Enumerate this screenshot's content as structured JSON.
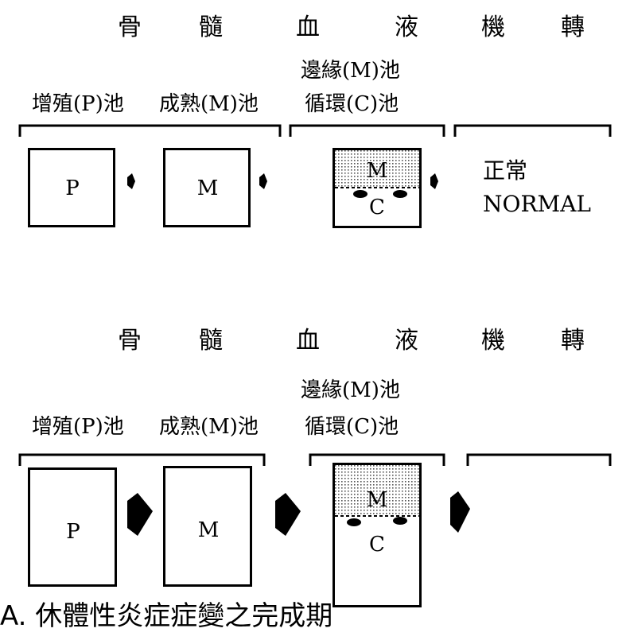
{
  "normal": {
    "headers": [
      "骨",
      "髓",
      "血",
      "液",
      "機",
      "轉"
    ],
    "pools": {
      "marginal": "邊緣(M)池",
      "proliferation": "增殖(P)池",
      "maturation": "成熟(M)池",
      "circulating": "循環(C)池"
    },
    "boxes": {
      "p": "P",
      "m": "M",
      "blood_m": "M",
      "blood_c": "C"
    },
    "status_zh": "正常",
    "status_en": "NORMAL"
  },
  "disease": {
    "headers": [
      "骨",
      "髓",
      "血",
      "液",
      "機",
      "轉"
    ],
    "pools": {
      "marginal": "邊緣(M)池",
      "proliferation": "增殖(P)池",
      "maturation": "成熟(M)池",
      "circulating": "循環(C)池"
    },
    "boxes": {
      "p": "P",
      "m": "M",
      "blood_m": "M",
      "blood_c": "C"
    }
  },
  "caption": "A. 休體性炎症症變之完成期"
}
